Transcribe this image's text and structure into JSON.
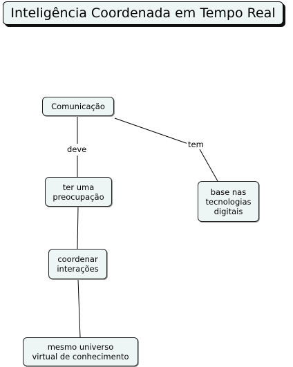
{
  "title": "Inteligência Coordenada em Tempo Real",
  "concepts": {
    "comunicacao": "Comunicação",
    "preocupacao": "ter uma\npreocupação",
    "coordenar": "coordenar\ninterações",
    "mesmo_universo": "mesmo universo\nvirtual de conhecimento",
    "tecnologias": "base nas\ntecnologias\ndigitais"
  },
  "links": {
    "deve": "deve",
    "tem": "tem"
  },
  "colors": {
    "node_fill": "#eef5f5",
    "title_fill": "#edf5f5",
    "stroke": "#222222"
  }
}
